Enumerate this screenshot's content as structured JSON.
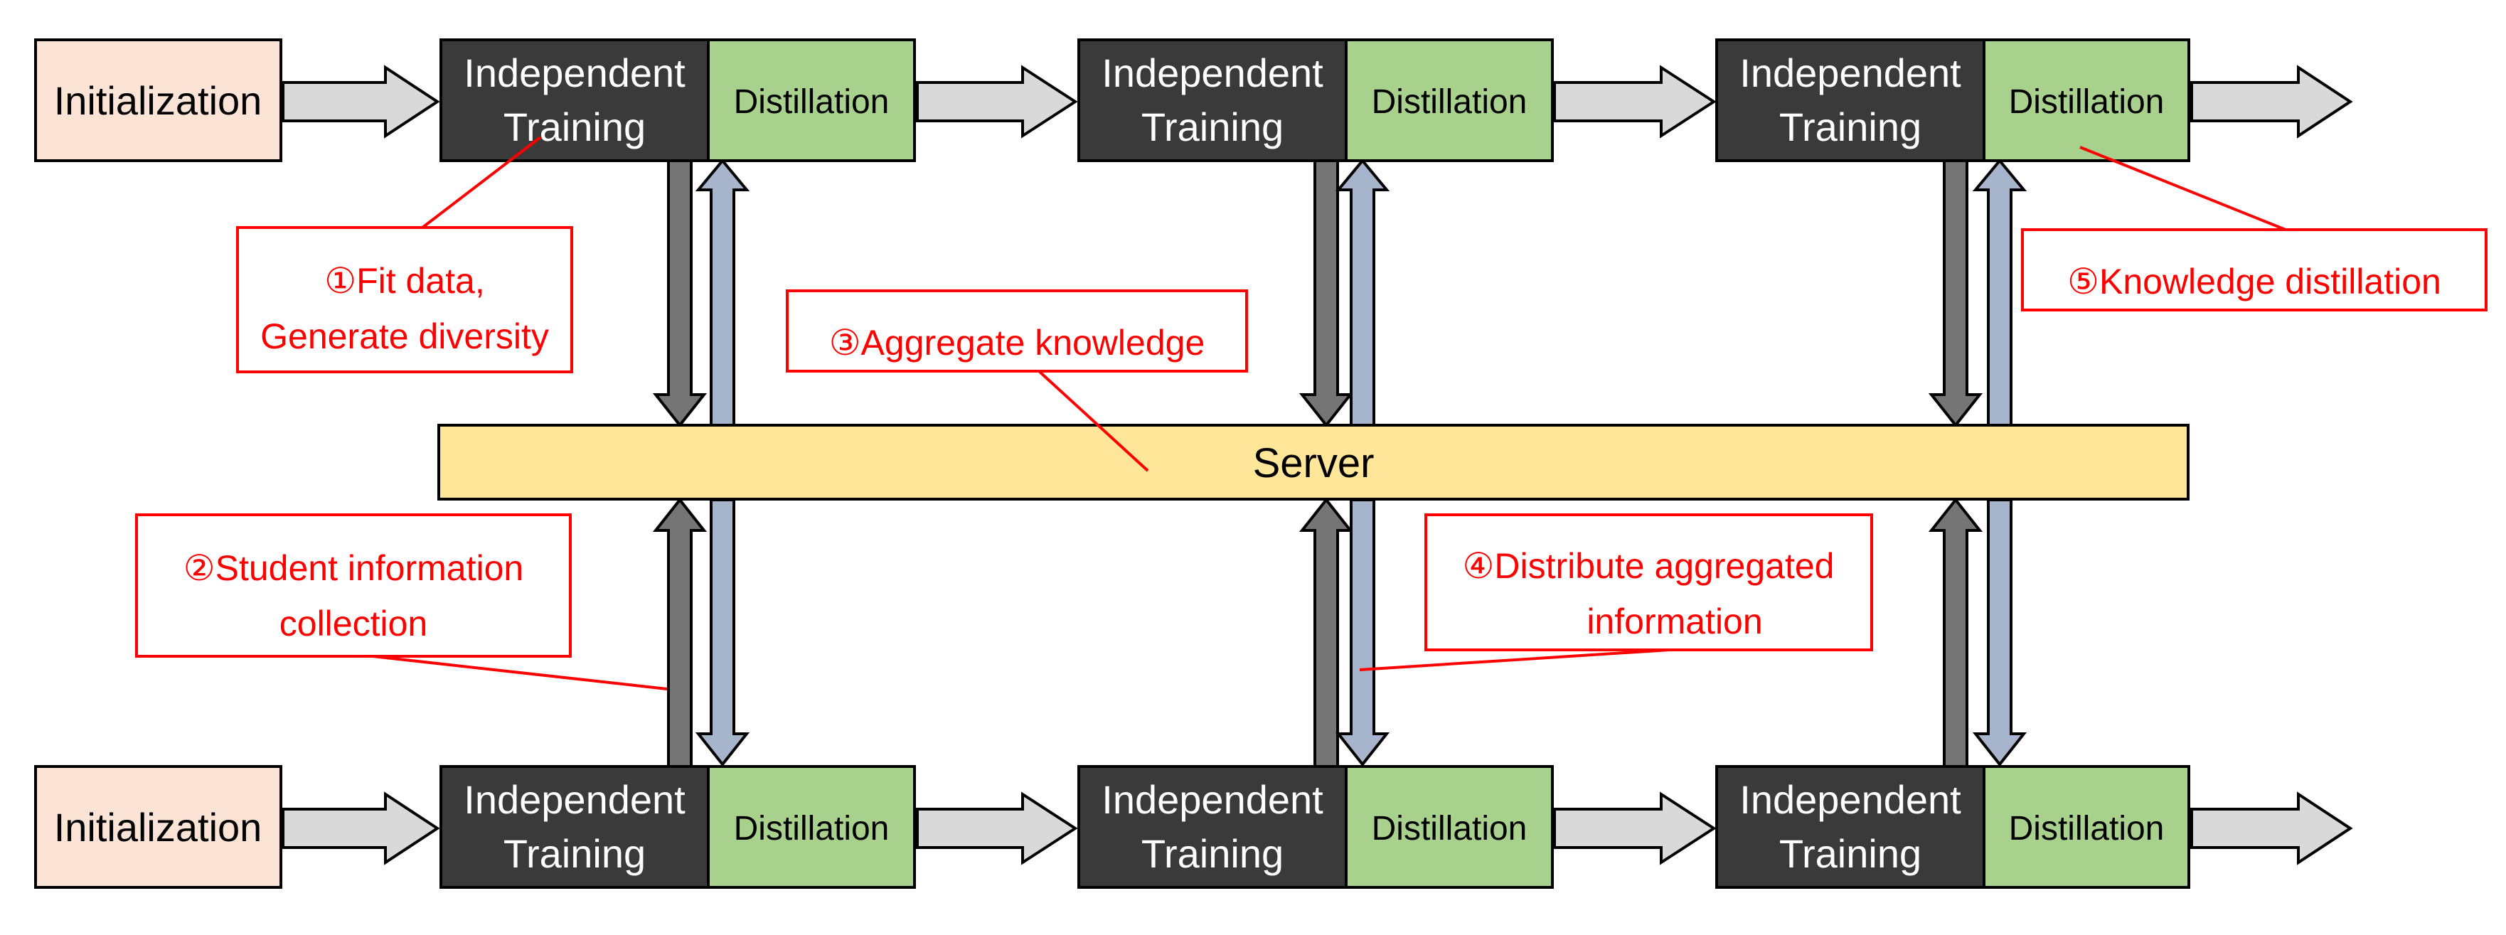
{
  "colors": {
    "init_fill": "#fbe3d6",
    "train_fill": "#3a3a3a",
    "distill_fill": "#a9d18e",
    "server_fill": "#ffe699",
    "flow_arrow_fill": "#d9d9d9",
    "up_arrow_fill": "#757575",
    "down_arrow_fill": "#a6b4cc",
    "annotation": "#ff0000",
    "text_dark": "#000000",
    "text_light": "#ffffff"
  },
  "rows": [
    {
      "init_label": "Initialization",
      "stages": [
        {
          "train_line1": "Independent",
          "train_line2": "Training",
          "distill_label": "Distillation"
        },
        {
          "train_line1": "Independent",
          "train_line2": "Training",
          "distill_label": "Distillation"
        },
        {
          "train_line1": "Independent",
          "train_line2": "Training",
          "distill_label": "Distillation"
        }
      ]
    },
    {
      "init_label": "Initialization",
      "stages": [
        {
          "train_line1": "Independent",
          "train_line2": "Training",
          "distill_label": "Distillation"
        },
        {
          "train_line1": "Independent",
          "train_line2": "Training",
          "distill_label": "Distillation"
        },
        {
          "train_line1": "Independent",
          "train_line2": "Training",
          "distill_label": "Distillation"
        }
      ]
    }
  ],
  "server_label": "Server",
  "annotations": [
    {
      "line1": "①Fit data,",
      "line2": "Generate diversity"
    },
    {
      "line1": "②Student information",
      "line2": "collection"
    },
    {
      "line1": "③Aggregate knowledge",
      "line2": ""
    },
    {
      "line1": "④Distribute aggregated",
      "line2": "information"
    },
    {
      "line1": "⑤Knowledge distillation",
      "line2": ""
    }
  ]
}
